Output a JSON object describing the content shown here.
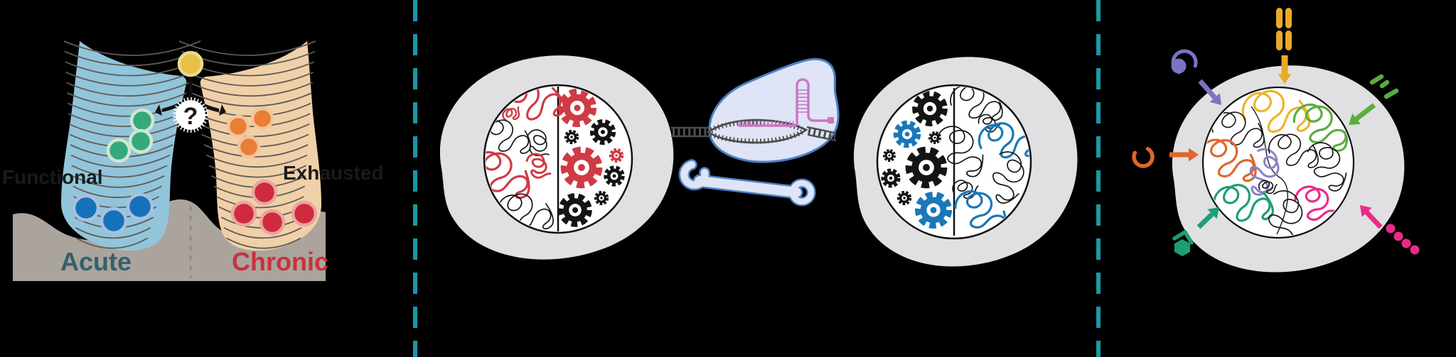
{
  "figure": {
    "background": "#000000"
  },
  "separators": {
    "color": "#1a98a4",
    "dash": "30 18"
  },
  "panel_landscape": {
    "label_functional": "Functional",
    "label_exhausted": "Exhausted",
    "label_acute": "Acute",
    "label_chronic": "Chronic",
    "decision_mark": "?",
    "colors": {
      "valley_acute_fill": "#92c5da",
      "valley_chronic_fill": "#f0d0a8",
      "ground": "#aba49c",
      "contour_line": "#5f5b56",
      "center_dash": "#8a8a8a",
      "acute_label": "#33616e",
      "chronic_label": "#c8313e",
      "dark_text": "#1a1a1a",
      "arrow": "#111111",
      "naive_ball": "#e7c143",
      "naive_ball_rim": "#ecd98f",
      "progenitor_ball": "#34a97c",
      "progenitor_ball_rim": "#cfe6d2",
      "functional_ball": "#1471ba",
      "functional_ball_rim": "#a8c0e0",
      "intermediate_ball": "#e87f35",
      "intermediate_ball_rim": "#f3c49a",
      "exhausted_ball": "#d02a3e",
      "exhausted_ball_rim": "#e9a5a2"
    }
  },
  "panel_editing": {
    "colors": {
      "cell_fill": "#e0e0e2",
      "nucleus_fill": "#ffffff",
      "outline": "#111111",
      "red_state": "#cf3b45",
      "neutral_black": "#141414",
      "blue_state": "#1878b8",
      "tool_fill": "#dfe4f6",
      "tool_outline": "#4b80c2",
      "dna_strand": "#4d4d4d",
      "guide_rna": "#ca77c1"
    },
    "icons": [
      "cell",
      "nucleus",
      "chromatin-squiggle",
      "gear",
      "cas-protein",
      "dna-strand",
      "guide-rna-hairpin",
      "wrench"
    ]
  },
  "panel_stimuli": {
    "colors": {
      "cell_fill": "#e0e0e2",
      "nucleus_fill": "#ffffff",
      "outline": "#111111",
      "chromatin_black": "#1a1a1a",
      "gold": "#eaaa28",
      "gold_squiggle": "#ecb42c",
      "purple": "#7b74c2",
      "purple_squiggle": "#8a80c8",
      "green": "#5aad3e",
      "orange": "#e0662a",
      "teal": "#1d9e77",
      "magenta": "#ea2a8a"
    },
    "icons": [
      "antibody",
      "receptor-ligand",
      "microbial-rods",
      "cytokine-ring",
      "metabolite-hexagon",
      "bead-chain",
      "stimulus-arrow"
    ]
  }
}
